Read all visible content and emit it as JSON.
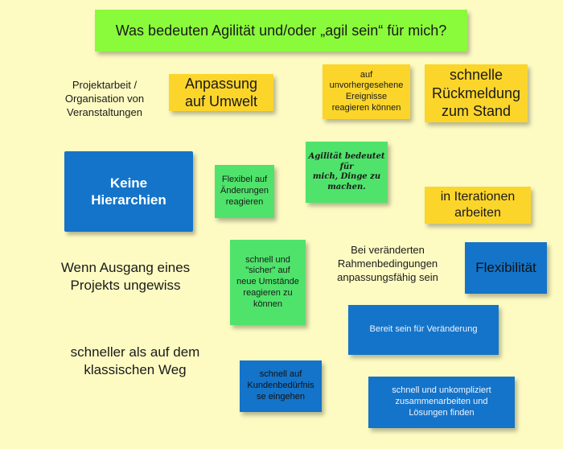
{
  "title": "Was bedeuten Agilität und/oder „agil sein“ für mich?",
  "notes": {
    "projektarbeit": "Projektarbeit /\nOrganisation von\nVeranstaltungen",
    "anpassung": "Anpassung\nauf Umwelt",
    "unvorhergesehen": "auf\nunvorhergesehene\nEreignisse\nreagieren können",
    "rueckmeldung": "schnelle\nRückmeldung\nzum Stand",
    "hierarchien": "Keine\nHierarchien",
    "flexibel_aenderungen": "Flexibel auf\nÄnderungen\nreagieren",
    "dinge_machen": "Agilität bedeutet für\nmich, Dinge zu\nmachen.",
    "iterationen": "in Iterationen\narbeiten",
    "ausgang": "Wenn Ausgang eines\nProjekts ungewiss",
    "sicher": "schnell und\n\"sicher\" auf\nneue Umstände\nreagieren zu\nkönnen",
    "rahmenbedingungen": "Bei veränderten\nRahmenbedingungen\nanpassungsfähig sein",
    "flexibilitaet": "Flexibilität",
    "bereit": "Bereit sein für Veränderung",
    "klassisch": "schneller als auf dem\nklassischen Weg",
    "kunden": "schnell auf\nKundenbedürfnis\nse eingehen",
    "unkompliziert": "schnell und unkompliziert\nzusammenarbeiten und\nLösungen finden"
  }
}
